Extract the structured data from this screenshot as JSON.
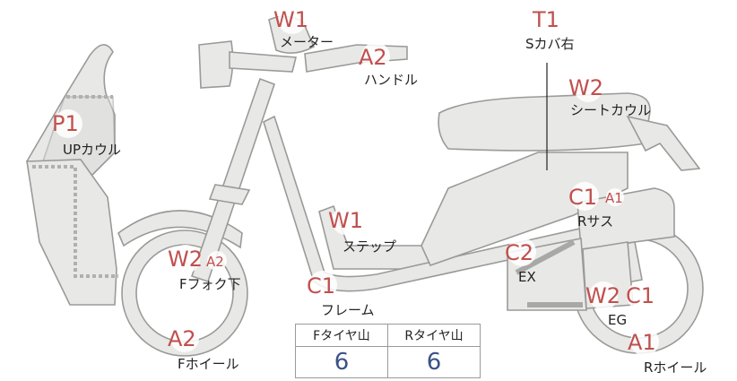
{
  "parts": [
    {
      "id": "meter",
      "label": "メーター",
      "grades": [
        "W1"
      ]
    },
    {
      "id": "handle",
      "label": "ハンドル",
      "grades": [
        "A2"
      ]
    },
    {
      "id": "s-cover-right",
      "label": "Sカバ右",
      "grades": [
        "T1"
      ]
    },
    {
      "id": "seat-cowl",
      "label": "シートカウル",
      "grades": [
        "W2"
      ]
    },
    {
      "id": "up-cowl",
      "label": "UPカウル",
      "grades": [
        "P1"
      ]
    },
    {
      "id": "rear-suspension",
      "label": "Rサス",
      "grades": [
        "C1",
        "A1"
      ]
    },
    {
      "id": "step",
      "label": "ステップ",
      "grades": [
        "W1"
      ]
    },
    {
      "id": "exhaust",
      "label": "EX",
      "grades": [
        "C2"
      ]
    },
    {
      "id": "front-fork-lower",
      "label": "Fフォク下",
      "grades": [
        "W2",
        "A2"
      ]
    },
    {
      "id": "frame",
      "label": "フレーム",
      "grades": [
        "C1"
      ]
    },
    {
      "id": "engine",
      "label": "EG",
      "grades": [
        "W2",
        "C1"
      ]
    },
    {
      "id": "front-wheel",
      "label": "Fホイール",
      "grades": [
        "A2"
      ]
    },
    {
      "id": "rear-wheel",
      "label": "Rホイール",
      "grades": [
        "A1"
      ]
    }
  ],
  "tread_table": {
    "headers": [
      "Fタイヤ山",
      "Rタイヤ山"
    ],
    "values": [
      "6",
      "6"
    ]
  },
  "colors": {
    "grade": "#c0504d",
    "tread_value": "#3b5288",
    "part_fill": "#e8e8e6",
    "part_stroke": "#9a9a98"
  }
}
